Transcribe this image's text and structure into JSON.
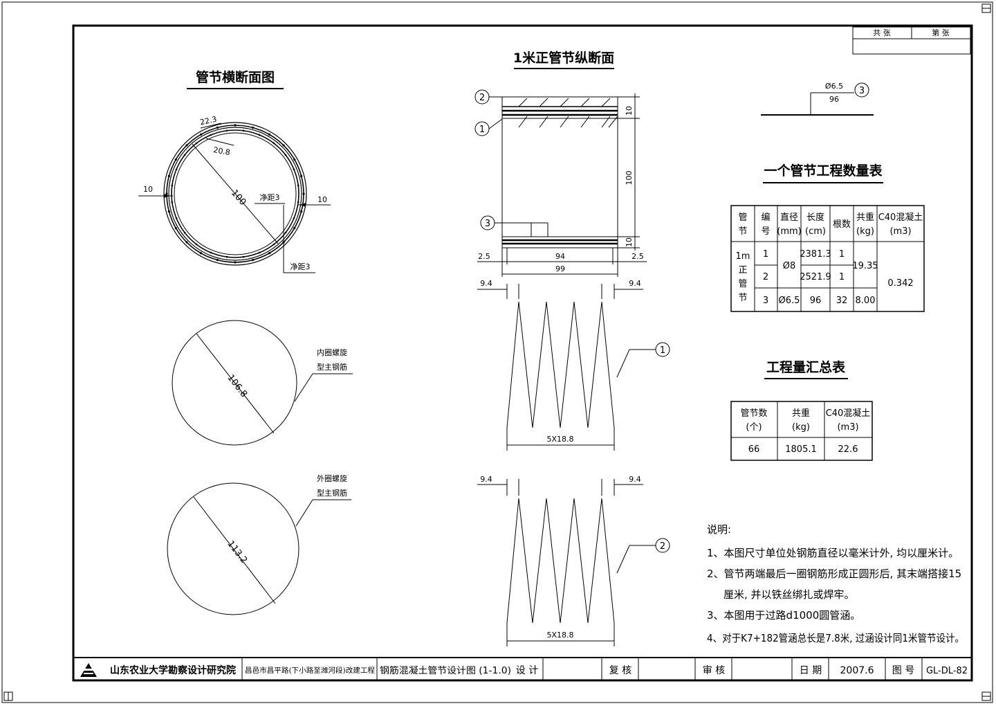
{
  "header": {
    "total_sheets": "共 张",
    "sheet_no": "第 张"
  },
  "titles": {
    "cross_section": "管节横断面图",
    "longitudinal": "1米正管节纵断面",
    "quantity_table": "一个管节工程数量表",
    "summary_table": "工程量汇总表"
  },
  "cross_section": {
    "d_22_3": "22.3",
    "d_20_8": "20.8",
    "d_100": "100",
    "d_10_left": "10",
    "d_10_right": "10",
    "clear_a": "净距3",
    "clear_b": "净距3"
  },
  "inner_spiral": {
    "diameter": "106.8",
    "label_1": "内圈螺旋",
    "label_2": "型主钢筋"
  },
  "outer_spiral": {
    "diameter": "113.2",
    "label_1": "外圈螺旋",
    "label_2": "型主钢筋"
  },
  "longitudinal": {
    "mark_1": "1",
    "mark_2": "2",
    "mark_3": "3",
    "dim_10_top": "10",
    "dim_100": "100",
    "dim_10_bottom": "10",
    "dim_2_5_left": "2.5",
    "dim_2_5_right": "2.5",
    "dim_94": "94",
    "dim_99": "99",
    "dim_9_4": "9.4",
    "pitch": "5X18.8"
  },
  "bar3_callout": {
    "diameter": "Ø6.5",
    "length": "96",
    "mark": "3"
  },
  "quantity_table": {
    "headers": [
      "管\n节",
      "编\n号",
      "直径\n(mm)",
      "长度\n(cm)",
      "根数",
      "共重\n(kg)",
      "C40混凝土\n(m3)"
    ],
    "pipe_label": "1m\n正\n管\n节",
    "rows": [
      {
        "no": "1",
        "length": "2381.3",
        "count": "1"
      },
      {
        "no": "2",
        "length": "2521.9",
        "count": "1"
      },
      {
        "no": "3",
        "diameter": "Ø6.5",
        "length": "96",
        "count": "32",
        "weight": "8.00"
      }
    ],
    "diameter_merged": "Ø8",
    "weight_merged": "19.35",
    "concrete": "0.342"
  },
  "summary_table": {
    "headers": [
      "管节数\n(个)",
      "共重\n(kg)",
      "C40混凝土\n(m3)"
    ],
    "values": [
      "66",
      "1805.1",
      "22.6"
    ]
  },
  "notes": {
    "heading": "说明:",
    "items": [
      "1、本图尺寸单位处钢筋直径以毫米计外, 均以厘米计。",
      "2、管节两端最后一圈钢筋形成正圆形后, 其末端搭接15",
      "厘米, 并以铁丝绑扎或焊牢。",
      "3、本图用于过路d1000圆管涵。",
      "4、对于K7+182管涵总长是7.8米, 过涵设计同1米管节设计。"
    ]
  },
  "title_block": {
    "institute": "山东农业大学勘察设计研究院",
    "project": "昌邑市昌平路(下小路至潍河段)改建工程",
    "drawing": "钢筋混凝土管节设计图 (1-1.0)",
    "design": "设 计",
    "review": "复 核",
    "approve": "审 核",
    "date_label": "日 期",
    "date": "2007.6",
    "no_label": "图 号",
    "no": "GL-DL-82"
  }
}
